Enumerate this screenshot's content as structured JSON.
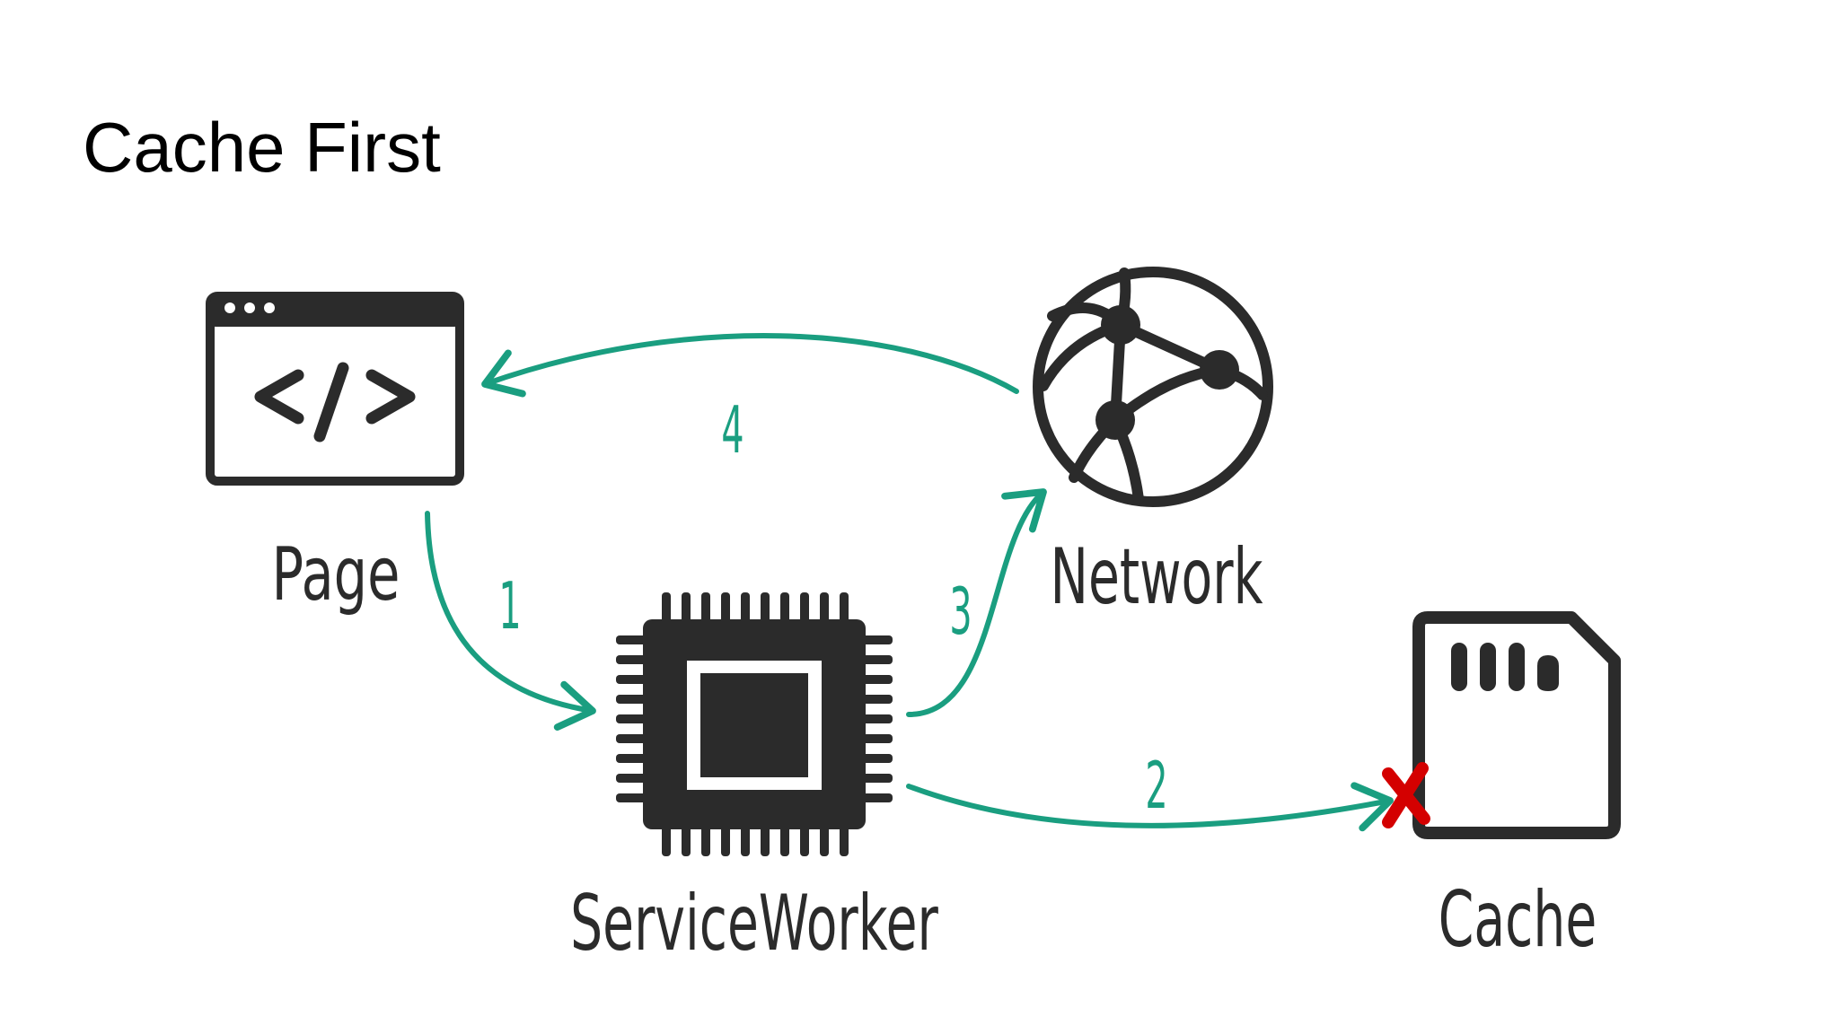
{
  "title": "Cache First",
  "nodes": {
    "page": {
      "label": "Page",
      "icon": "browser-code-icon"
    },
    "service_worker": {
      "label": "ServiceWorker",
      "icon": "cpu-chip-icon"
    },
    "network": {
      "label": "Network",
      "icon": "globe-network-icon"
    },
    "cache": {
      "label": "Cache",
      "icon": "sd-card-icon"
    }
  },
  "steps": [
    {
      "number": "1",
      "from": "Page",
      "to": "ServiceWorker"
    },
    {
      "number": "2",
      "from": "ServiceWorker",
      "to": "Cache",
      "failed": true
    },
    {
      "number": "3",
      "from": "ServiceWorker",
      "to": "Network"
    },
    {
      "number": "4",
      "from": "Network",
      "to": "Page"
    }
  ],
  "colors": {
    "arrow": "#1a9e80",
    "icon": "#2b2b2b",
    "failure_mark": "#d40000",
    "background": "#ffffff",
    "title": "#000000"
  }
}
